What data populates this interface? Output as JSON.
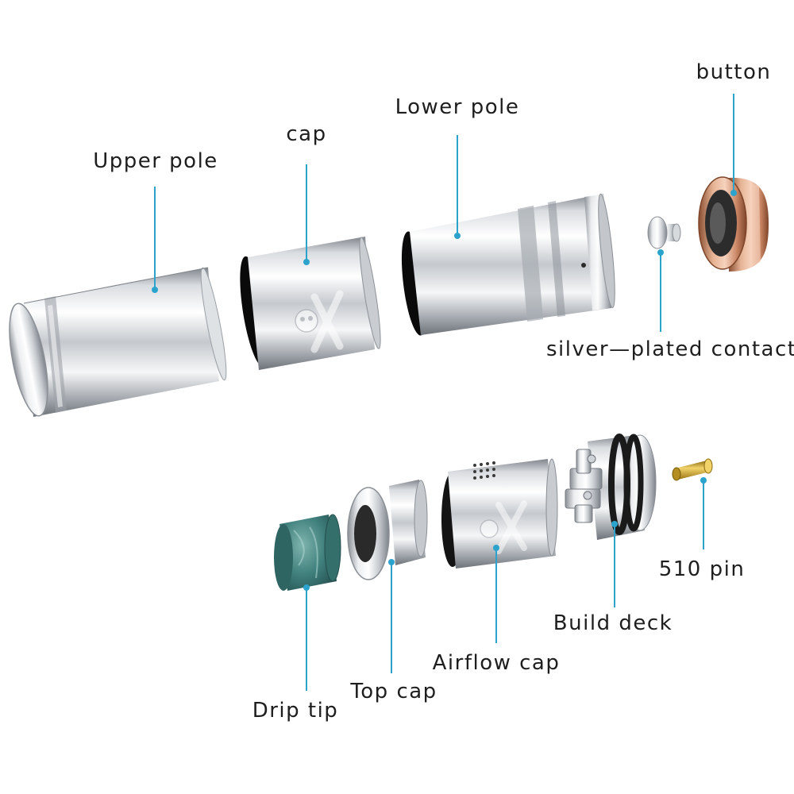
{
  "labels": {
    "upper_pole": "Upper pole",
    "cap": "cap",
    "lower_pole": "Lower pole",
    "button": "button",
    "contacts": "silver—plated contacts",
    "pin": "510 pin",
    "build_deck": "Build deck",
    "airflow_cap": "Airflow cap",
    "top_cap": "Top cap",
    "drip_tip": "Drip tip"
  },
  "colors": {
    "leader": "#2ba3cc",
    "steel_light": "#f3f4f6",
    "steel_mid": "#b8bcc2",
    "steel_dark": "#6d7279",
    "copper": "#d08f6c",
    "brass": "#c9a43a",
    "resin": "#3f7f7c",
    "text": "#1e1e1e"
  }
}
